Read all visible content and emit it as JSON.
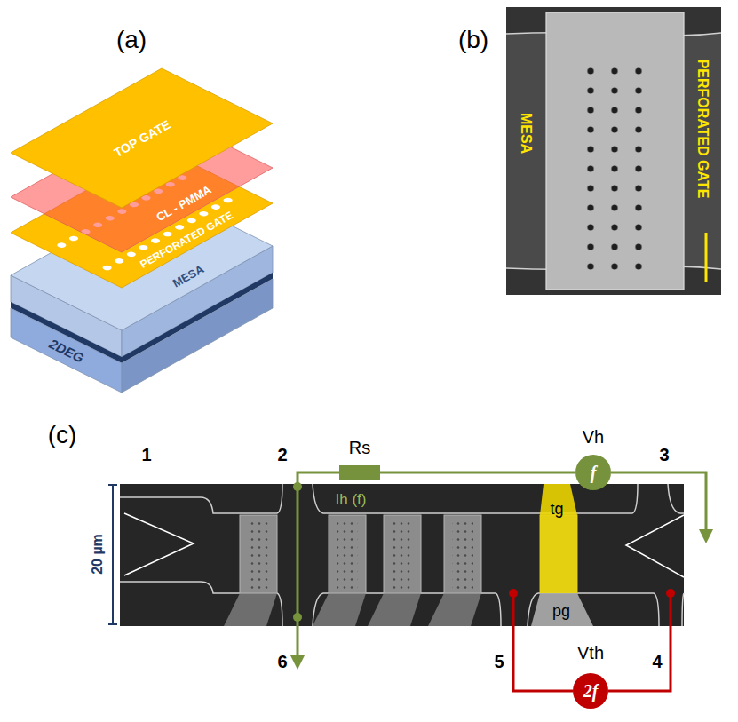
{
  "diagram": {
    "nodes": [
      {
        "text": [
          "Rs"
        ]
      },
      {
        "text": [
          "Vh",
          "f"
        ]
      },
      {
        "text": [
          "2f"
        ]
      }
    ],
    "edges": [
      {
        "from": 0,
        "to": 1,
        "arrow": "none"
      }
    ],
    "labels": [
      "(a)",
      "TOP GATE",
      "CL - PMMA",
      "PERFORATED GATE",
      "MESA",
      "2DEG",
      "(b)",
      "MESA",
      "PERFORATED GATE",
      "(c)",
      "1",
      "2",
      "3",
      "20 µm",
      "Ih (f)",
      "tg",
      "pg",
      "6",
      "5",
      "4",
      "Vth"
    ]
  }
}
